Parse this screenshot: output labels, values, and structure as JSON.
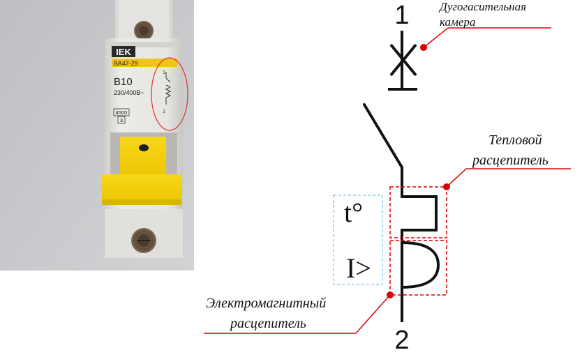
{
  "photo": {
    "brand": "IEK",
    "model": "ВА47-29",
    "rating": "B10",
    "voltage": "230/400В~",
    "breaking_capacity": "4500",
    "class": "3",
    "mini_term_top": "1",
    "mini_term_bottom": "2"
  },
  "diagram": {
    "terminal_top": "1",
    "terminal_bottom": "2",
    "thermal_symbol": "t°",
    "magnetic_symbol": "I>",
    "labels": {
      "arc_chamber_line1": "Дугогасительная",
      "arc_chamber_line2": "камера",
      "thermal_line1": "Тепловой",
      "thermal_line2": "расцепитель",
      "electromagnetic_line1": "Электромагнитный",
      "electromagnetic_line2": "расцепитель"
    }
  },
  "colors": {
    "red": "#dd0000",
    "cyan": "#8fd0e8",
    "yellow": "#f3d400",
    "label_yellow": "#f0c419",
    "breaker_body": "#e7e6e2"
  }
}
